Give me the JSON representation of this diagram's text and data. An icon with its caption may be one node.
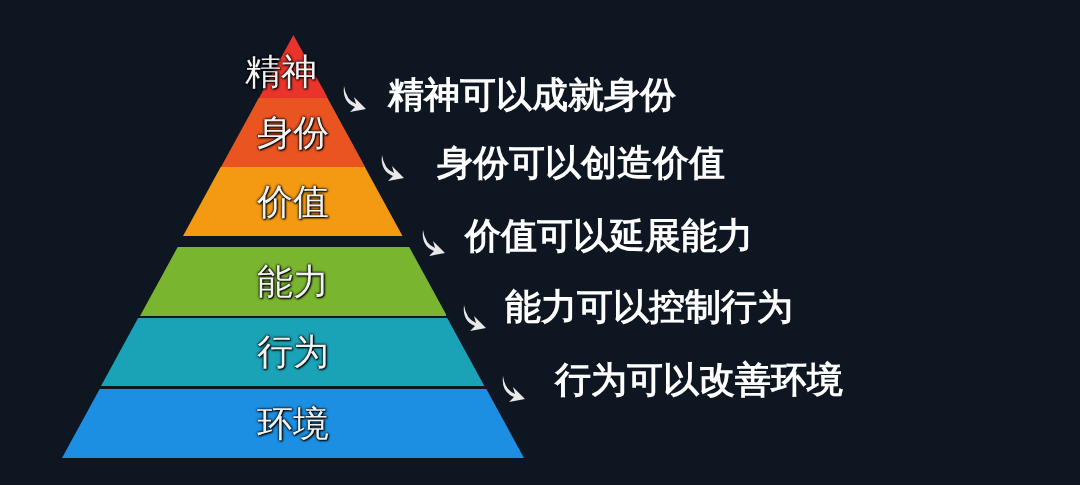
{
  "diagram": {
    "nodes": [
      {
        "text": [
          "精神"
        ]
      },
      {
        "text": [
          "身份"
        ]
      },
      {
        "text": [
          "价值"
        ]
      },
      {
        "text": [
          "能力"
        ]
      },
      {
        "text": [
          "行为"
        ]
      },
      {
        "text": [
          "环境"
        ]
      }
    ],
    "edges": [
      {
        "from": 0,
        "to": 1,
        "arrow": "to"
      },
      {
        "from": 1,
        "to": 2,
        "arrow": "to"
      },
      {
        "from": 2,
        "to": 3,
        "arrow": "to"
      },
      {
        "from": 3,
        "to": 4,
        "arrow": "to"
      },
      {
        "from": 4,
        "to": 5,
        "arrow": "to"
      }
    ],
    "labels": [
      "精神可以成就身份",
      "身份可以创造价值",
      "价值可以延展能力",
      "能力可以控制行为",
      "行为可以改善环境"
    ]
  }
}
